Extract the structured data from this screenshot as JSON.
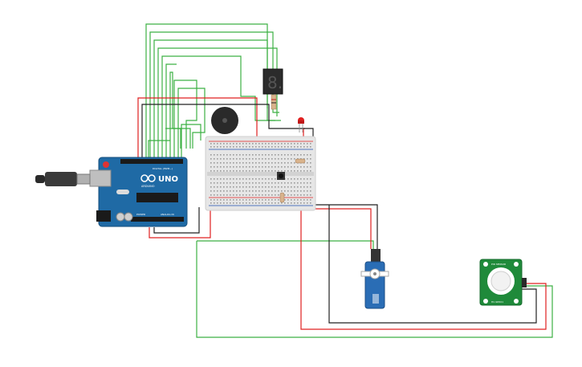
{
  "canvas": {
    "background": "#ffffff"
  },
  "colors": {
    "wire_green": "#3cb043",
    "wire_red": "#e02020",
    "wire_black": "#222222",
    "arduino_blue": "#1f6aa5",
    "breadboard": "#e6e6e6",
    "servo_blue": "#2a6db5",
    "pir_green": "#1f8a3a"
  },
  "arduino": {
    "brand": "ARDUINO",
    "model": "UNO",
    "digital_label": "DIGITAL (PWM~)",
    "analog_label": "ANALOG IN",
    "power_label": "POWER"
  },
  "seven_segment": {
    "digit": "8."
  },
  "pir_sensor": {
    "label_top": "PIR SENSOR",
    "label_bottom": "HC-SR501"
  },
  "icons": [
    "usb-cable-icon",
    "led-icon",
    "buzzer-icon",
    "push-button-icon",
    "servo-icon",
    "pir-sensor-icon"
  ]
}
